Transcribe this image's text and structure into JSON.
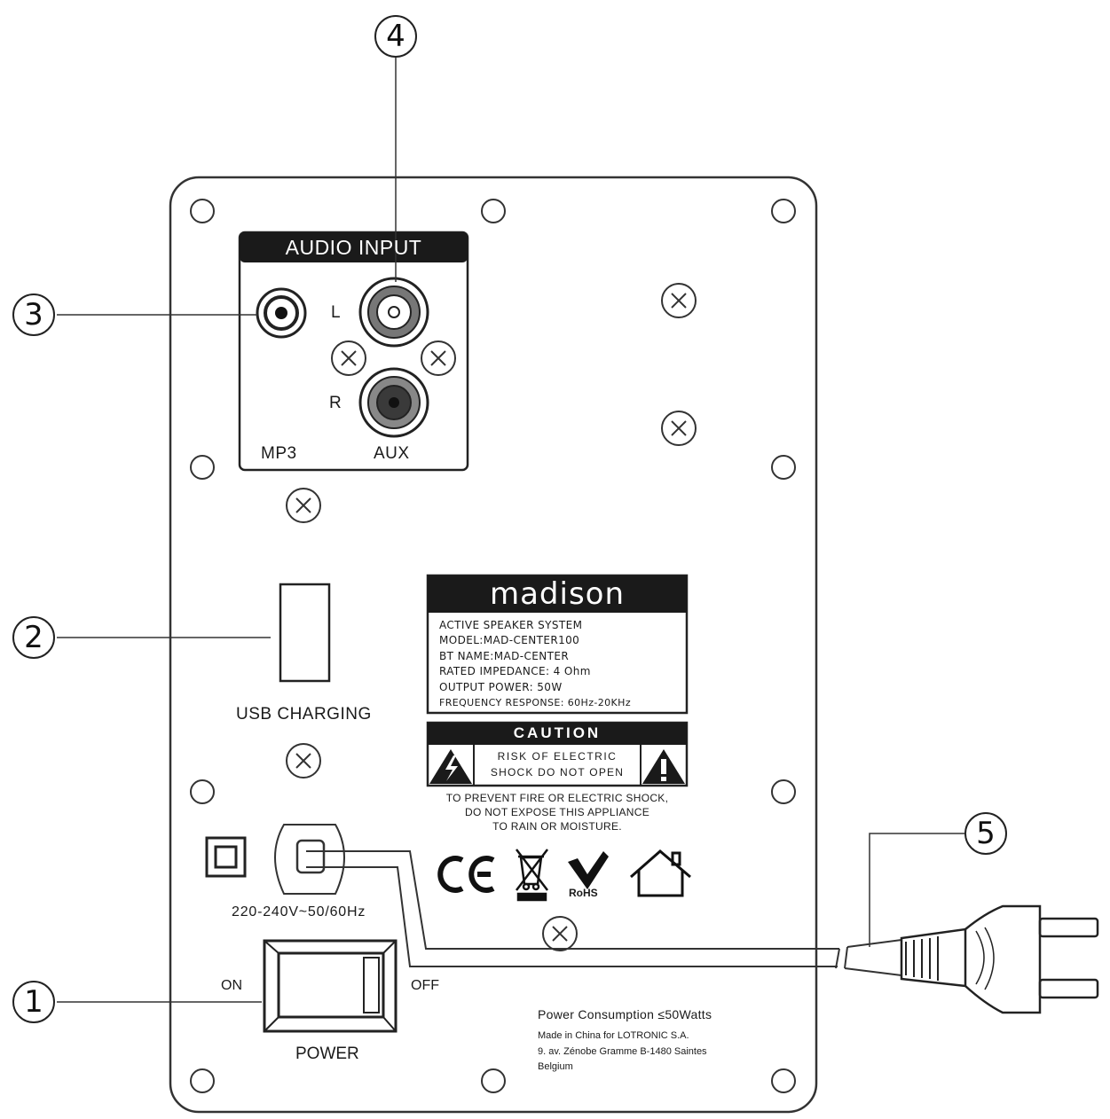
{
  "callouts": {
    "c1": "1",
    "c2": "2",
    "c3": "3",
    "c4": "4",
    "c5": "5"
  },
  "audio_input": {
    "title": "AUDIO INPUT",
    "left_label": "L",
    "right_label": "R",
    "mp3_label": "MP3",
    "aux_label": "AUX"
  },
  "usb": {
    "label": "USB CHARGING"
  },
  "rating_label": {
    "brand": "madison",
    "lines": [
      "ACTIVE SPEAKER SYSTEM",
      "MODEL:MAD-CENTER100",
      "BT NAME:MAD-CENTER",
      "RATED IMPEDANCE: 4 Ohm",
      "OUTPUT POWER: 50W",
      "FREQUENCY RESPONSE: 60Hz-20KHz"
    ]
  },
  "caution": {
    "title": "CAUTION",
    "line1": "RISK OF ELECTRIC",
    "line2": "SHOCK DO NOT OPEN",
    "warning": [
      "TO PREVENT FIRE OR ELECTRIC SHOCK,",
      "DO NOT EXPOSE THIS APPLIANCE",
      "TO RAIN OR MOISTURE."
    ]
  },
  "marks": {
    "ce": "CE",
    "rohs": "RoHS"
  },
  "power": {
    "voltage": "220-240V~50/60Hz",
    "on_label": "ON",
    "off_label": "OFF",
    "switch_label": "POWER",
    "consumption": "Power Consumption ≤50Watts",
    "made_in": "Made in China for LOTRONIC S.A.",
    "address": "9. av. Zénobe Gramme B-1480 Saintes",
    "country": "Belgium"
  },
  "icons": [
    "screw-hole-icon",
    "screw-icon",
    "rca-jack-icon",
    "usb-port-icon",
    "double-insulation-icon",
    "ce-mark-icon",
    "weee-bin-icon",
    "rohs-mark-icon",
    "indoor-use-icon",
    "lightning-warning-icon",
    "exclamation-warning-icon",
    "power-plug-icon"
  ]
}
